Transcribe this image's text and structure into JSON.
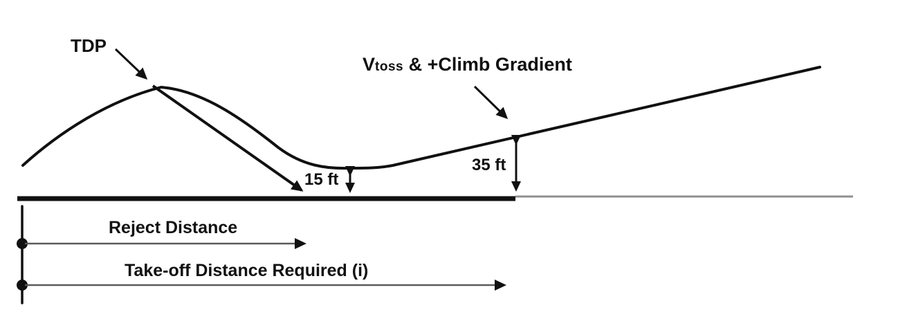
{
  "diagram": {
    "type": "helicopter-takeoff-profile",
    "labels": {
      "tdp": "TDP",
      "vtoss_main": "V",
      "vtoss_subscript": "toss",
      "vtoss_suffix": " & +Climb Gradient",
      "height_low": "15 ft",
      "height_high": "35 ft",
      "reject_distance": "Reject Distance",
      "takeoff_distance": "Take-off Distance Required (i)"
    },
    "colors": {
      "ink": "#111111",
      "runway_extension": "#8f8f8f",
      "distance_shaft": "#5a5a5a",
      "background": "#ffffff"
    }
  }
}
